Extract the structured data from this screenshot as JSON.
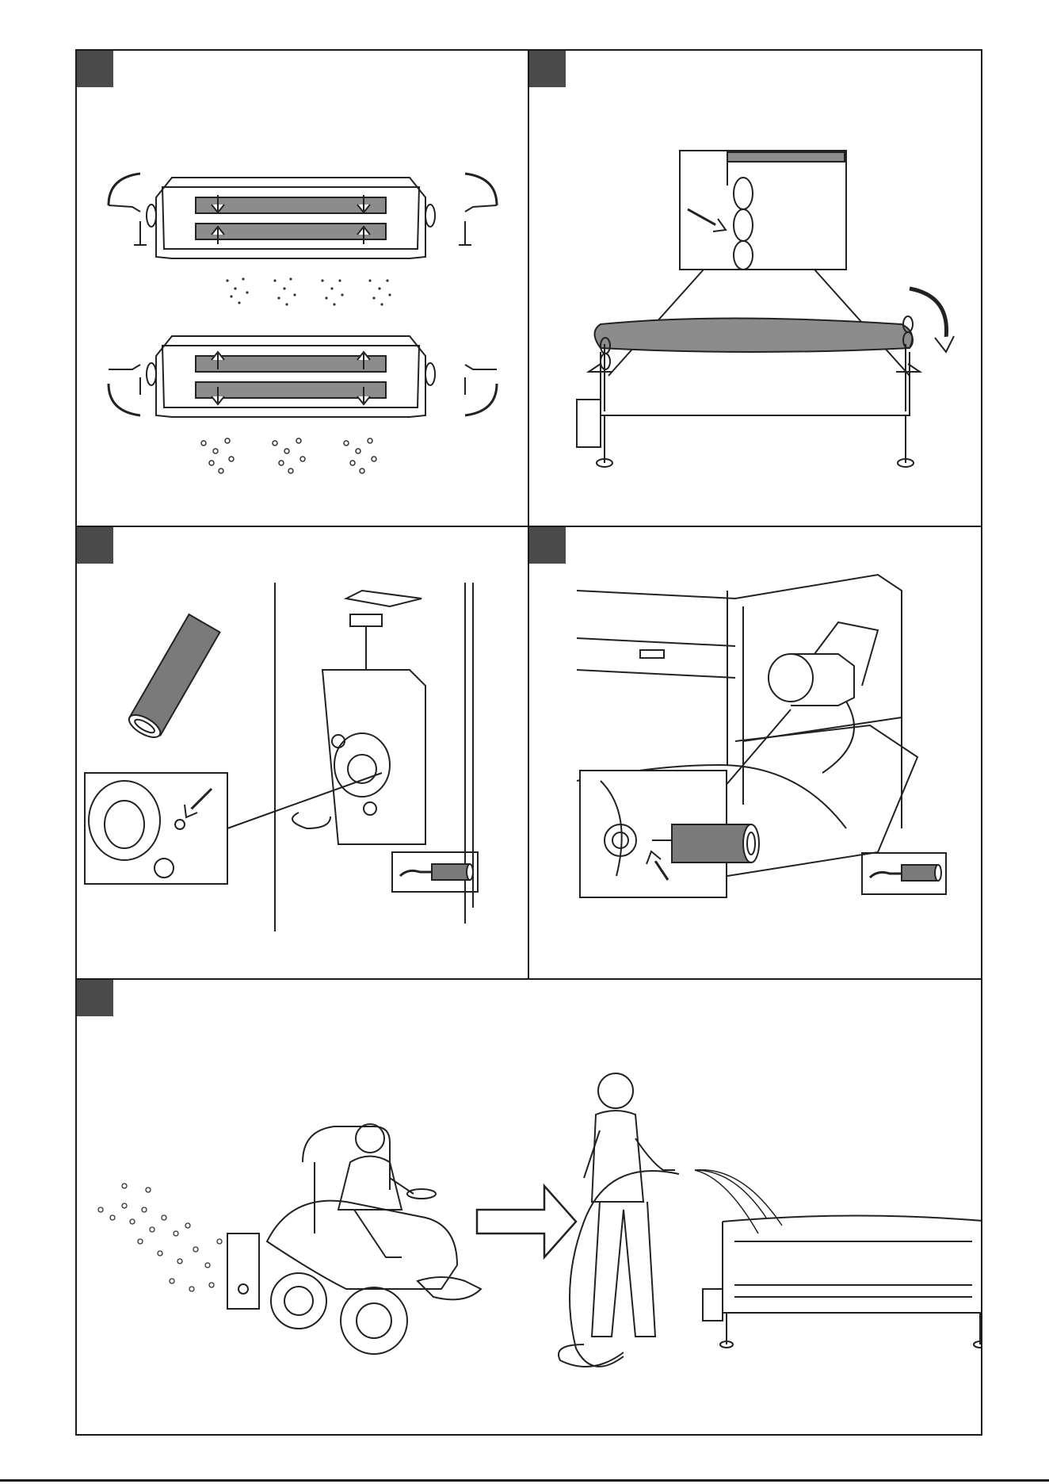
{
  "colors": {
    "frame": "#1a1a1a",
    "badge": "#4a4a4a",
    "tube_fill": "#7a7a7a",
    "brush_fill": "#8c8c8c",
    "line": "#222222"
  },
  "panels": [
    {
      "id": "panel-1",
      "badge_text": ""
    },
    {
      "id": "panel-2",
      "badge_text": ""
    },
    {
      "id": "panel-3",
      "badge_text": ""
    },
    {
      "id": "panel-4",
      "badge_text": ""
    },
    {
      "id": "panel-5",
      "badge_text": ""
    }
  ],
  "footer": {
    "text": ""
  }
}
